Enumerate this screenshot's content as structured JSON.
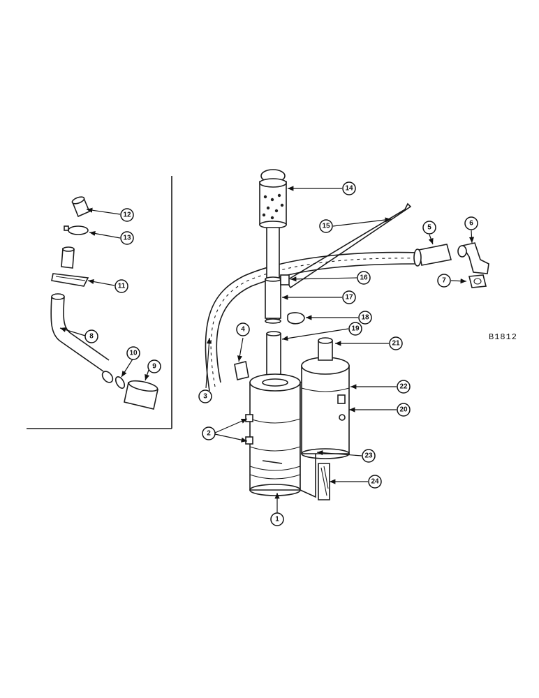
{
  "drawing_code": "B1812",
  "callouts": [
    "1",
    "2",
    "3",
    "4",
    "5",
    "6",
    "7",
    "8",
    "9",
    "10",
    "11",
    "12",
    "13",
    "14",
    "15",
    "16",
    "17",
    "18",
    "19",
    "20",
    "21",
    "22",
    "23",
    "24"
  ]
}
